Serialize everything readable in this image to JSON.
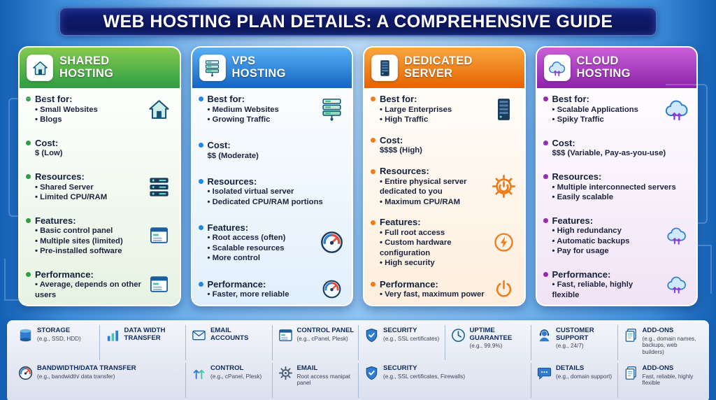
{
  "title": "WEB HOSTING PLAN DETAILS: A COMPREHENSIVE GUIDE",
  "plans": [
    {
      "name": "Shared Hosting",
      "accent": "#2e9d43",
      "header_icon": "house-icon",
      "sections": [
        {
          "label": "Best for:",
          "items": [
            "Small Websites",
            "Blogs"
          ],
          "icon": "house-icon"
        },
        {
          "label": "Cost:",
          "items": [
            "$ (Low)"
          ],
          "icon": ""
        },
        {
          "label": "Resources:",
          "items": [
            "Shared Server",
            "Limited CPU/RAM"
          ],
          "icon": "server-stack-icon"
        },
        {
          "label": "Features:",
          "items": [
            "Basic control panel",
            "Multiple sites (limited)",
            "Pre-installed software"
          ],
          "icon": "control-panel-icon"
        },
        {
          "label": "Performance:",
          "items": [
            "Average, depends on other users"
          ],
          "icon": "website-panel-icon"
        }
      ]
    },
    {
      "name": "VPS Hosting",
      "accent": "#1e88e5",
      "header_icon": "server-rack-icon",
      "sections": [
        {
          "label": "Best for:",
          "items": [
            "Medium Websites",
            "Growing Traffic"
          ],
          "icon": "server-rack-icon"
        },
        {
          "label": "Cost:",
          "items": [
            "$$ (Moderate)"
          ],
          "icon": ""
        },
        {
          "label": "Resources:",
          "items": [
            "Isolated virtual server",
            "Dedicated CPU/RAM portions"
          ],
          "icon": ""
        },
        {
          "label": "Features:",
          "items": [
            "Root access (often)",
            "Scalable resources",
            "More control"
          ],
          "icon": "speedometer-icon"
        },
        {
          "label": "Performance:",
          "items": [
            "Faster, more reliable"
          ],
          "icon": "speedometer-icon"
        }
      ]
    },
    {
      "name": "Dedicated Server",
      "accent": "#ef7d1a",
      "header_icon": "server-tower-icon",
      "sections": [
        {
          "label": "Best for:",
          "items": [
            "Large Enterprises",
            "High Traffic"
          ],
          "icon": "server-tower-icon"
        },
        {
          "label": "Cost:",
          "items": [
            "$$$$ (High)"
          ],
          "icon": ""
        },
        {
          "label": "Resources:",
          "items": [
            "Entire physical server dedicated to you",
            "Maximum CPU/RAM"
          ],
          "icon": "gear-power-icon"
        },
        {
          "label": "Features:",
          "items": [
            "Full root access",
            "Custom hardware configuration",
            "High security"
          ],
          "icon": "lightning-icon"
        },
        {
          "label": "Performance:",
          "items": [
            "Very fast, maximum power"
          ],
          "icon": "power-icon"
        }
      ]
    },
    {
      "name": "Cloud Hosting",
      "accent": "#9c27b0",
      "header_icon": "cloud-icon",
      "sections": [
        {
          "label": "Best for:",
          "items": [
            "Scalable Applications",
            "Spiky Traffic"
          ],
          "icon": "cloud-upload-icon"
        },
        {
          "label": "Cost:",
          "items": [
            "$$$ (Variable, Pay-as-you-use)"
          ],
          "icon": ""
        },
        {
          "label": "Resources:",
          "items": [
            "Multiple interconnected servers",
            "Easily scalable"
          ],
          "icon": ""
        },
        {
          "label": "Features:",
          "items": [
            "High redundancy",
            "Automatic backups",
            "Pay for usage"
          ],
          "icon": "cloud-upload-icon"
        },
        {
          "label": "Performance:",
          "items": [
            "Fast, reliable, highly flexible"
          ],
          "icon": "cloud-upload-icon"
        }
      ]
    }
  ],
  "footer": {
    "row1": [
      {
        "title": "STORAGE",
        "subtitle": "(e.g., SSD, HDD)",
        "icon": "storage-icon"
      },
      {
        "title": "DATA WIDTH TRANSFER",
        "subtitle": "",
        "icon": "bar-chart-icon"
      },
      {
        "title": "EMAIL ACCOUNTS",
        "subtitle": "",
        "icon": "envelope-icon"
      },
      {
        "title": "CONTROL PANEL",
        "subtitle": "(e.g., cPanel, Plesk)",
        "icon": "control-panel-icon"
      },
      {
        "title": "SECURITY",
        "subtitle": "(e.g., SSL certificates)",
        "icon": "shield-icon"
      },
      {
        "title": "UPTIME GUARANTEE",
        "subtitle": "(e.g., 99.9%)",
        "icon": "clock-icon"
      },
      {
        "title": "CUSTOMER SUPPORT",
        "subtitle": "(e.g., 24/7)",
        "icon": "headset-icon"
      },
      {
        "title": "ADD-ONS",
        "subtitle": "(e.g., domain names, backups, web builders)",
        "icon": "documents-icon"
      }
    ],
    "row2": [
      {
        "title": "BANDWIDTH/DATA TRANSFER",
        "subtitle": "(e.g., bandwidth/ data transfer)",
        "icon": "speedometer-icon"
      },
      {
        "title": "CONTROL",
        "subtitle": "(e.g., cPanel, Plesk)",
        "icon": "arrows-up-icon"
      },
      {
        "title": "EMAIL",
        "subtitle": "Root access manipat panel",
        "icon": "gear-icon"
      },
      {
        "title": "SECURITY",
        "subtitle": "(e.g., SSL certificates, Firewalls)",
        "icon": "shield-check-icon"
      },
      {
        "title": "DETAILS",
        "subtitle": "(e.g., domain support)",
        "icon": "chat-icon"
      },
      {
        "title": "ADD-ONS",
        "subtitle": "Fast, reliable, highly flexible",
        "icon": "documents-icon"
      }
    ]
  }
}
